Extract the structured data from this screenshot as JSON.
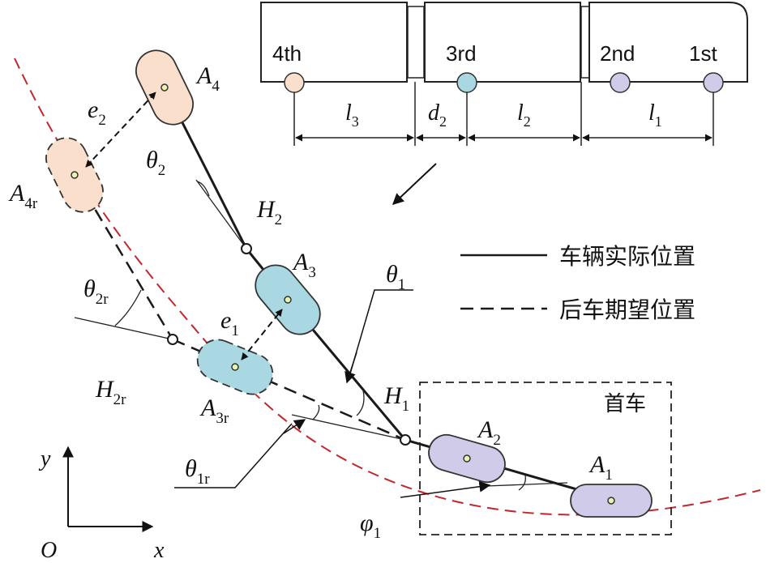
{
  "train": {
    "wheel_labels": [
      "4th",
      "3rd",
      "2nd",
      "1st"
    ],
    "dims": {
      "l3": "l",
      "l3_sub": "3",
      "d2": "d",
      "d2_sub": "2",
      "l2": "l",
      "l2_sub": "2",
      "l1": "l",
      "l1_sub": "1"
    }
  },
  "labels": {
    "A4": "A",
    "A4_sub": "4",
    "A4r": "A",
    "A4r_sub": "4r",
    "A3": "A",
    "A3_sub": "3",
    "A3r": "A",
    "A3r_sub": "3r",
    "A2": "A",
    "A2_sub": "2",
    "A1": "A",
    "A1_sub": "1",
    "e2": "e",
    "e2_sub": "2",
    "e1": "e",
    "e1_sub": "1",
    "theta2": "θ",
    "theta2_sub": "2",
    "theta2r": "θ",
    "theta2r_sub": "2r",
    "theta1": "θ",
    "theta1_sub": "1",
    "theta1r": "θ",
    "theta1r_sub": "1r",
    "H2": "H",
    "H2_sub": "2",
    "H2r": "H",
    "H2r_sub": "2r",
    "H1": "H",
    "H1_sub": "1",
    "phi1": "φ",
    "phi1_sub": "1",
    "axis_y": "y",
    "axis_x": "x",
    "origin": "O"
  },
  "legend": {
    "actual": "车辆实际位置",
    "expected": "后车期望位置"
  },
  "lead_box_label": "首车",
  "colors": {
    "orange": "#f9dfcc",
    "blue": "#a9d8e3",
    "purple": "#cfcbe8",
    "curve": "#c1272d",
    "line": "#1a1a1a"
  }
}
